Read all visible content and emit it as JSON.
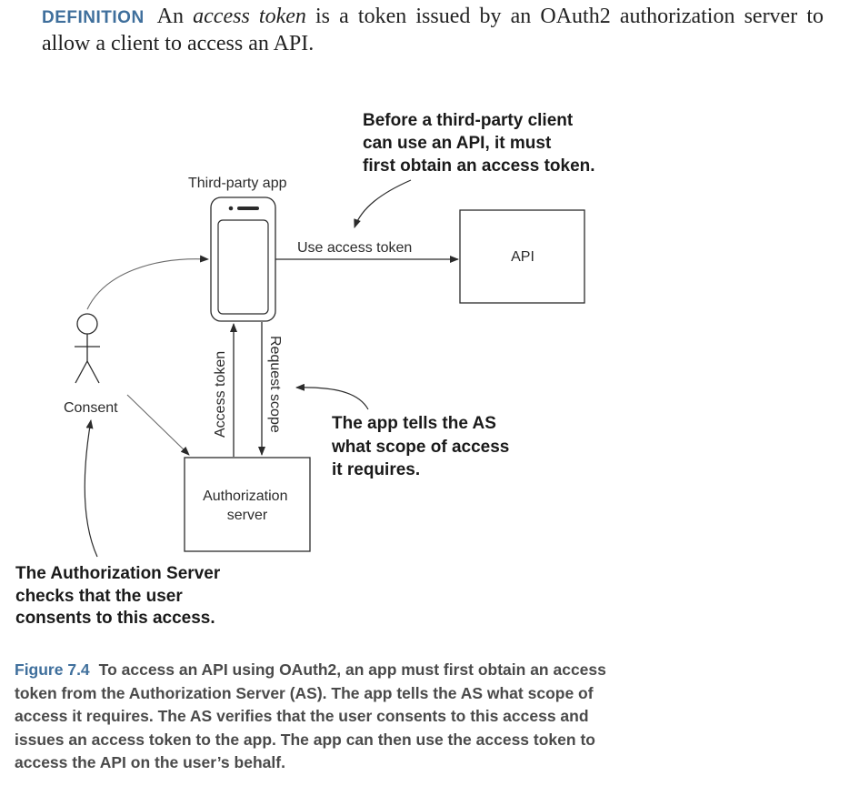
{
  "definition": {
    "label": "DEFINITION",
    "text_before": "An ",
    "term": "access token",
    "text_after": " is a token issued by an OAuth2 authorization server to allow a client to access an API."
  },
  "diagram": {
    "third_party_app_label": "Third-party app",
    "api_label": "API",
    "authorization_server_label": [
      "Authorization",
      "server"
    ],
    "consent_label": "Consent",
    "use_access_token_label": "Use access token",
    "access_token_label": "Access token",
    "request_scope_label": "Request scope",
    "annotation_top": [
      "Before a third-party client",
      "can use an API, it must",
      "first obtain an access token."
    ],
    "annotation_right": [
      "The app tells the AS",
      "what scope of access",
      "it requires."
    ],
    "annotation_bottom": [
      "The Authorization Server",
      "checks that the user",
      "consents to this access."
    ]
  },
  "caption": {
    "label": "Figure 7.4",
    "text": "To access an API using OAuth2, an app must first obtain an access token from the Authorization Server (AS). The app tells the AS what scope of access it requires. The AS verifies that the user consents to this access and issues an access token to the app. The app can then use the access token to access the API on the user’s behalf."
  },
  "colors": {
    "accent": "#3f6f9c",
    "line": "#2b2b2b"
  }
}
